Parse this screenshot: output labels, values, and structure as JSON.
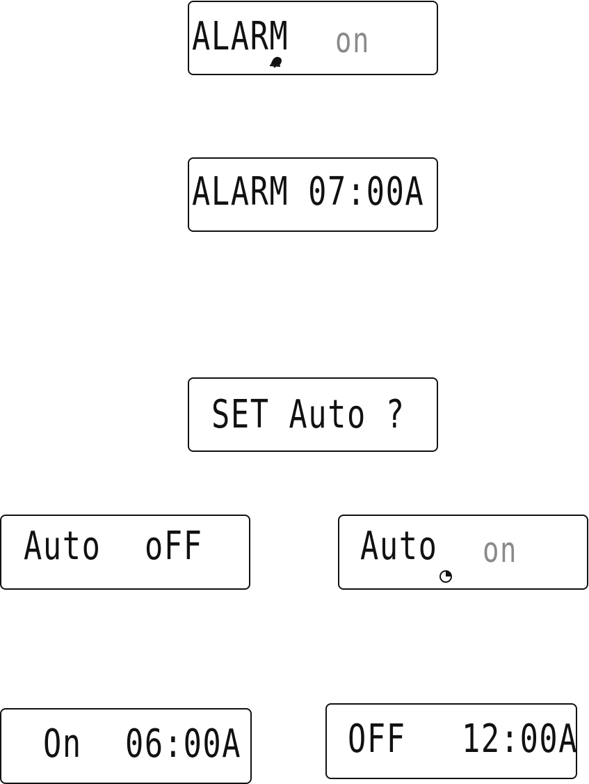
{
  "displays": {
    "alarm_on": {
      "label": "ALARM",
      "state": "on"
    },
    "alarm_time": {
      "text": "ALARM 07:00A"
    },
    "set_auto": {
      "text": "SET Auto ?"
    },
    "auto_off": {
      "label": "Auto",
      "state": "oFF"
    },
    "auto_on": {
      "label": "Auto",
      "state": "on"
    },
    "on_time": {
      "label": "On",
      "time": "06:00A"
    },
    "off_time": {
      "label": "OFF",
      "time": "12:00A"
    }
  },
  "icons": {
    "alarm_indicator": "bell-icon",
    "auto_indicator": "clock-icon"
  },
  "colors": {
    "segment_on": "#111111",
    "segment_dim": "#8a8a8a",
    "border": "#111111"
  }
}
